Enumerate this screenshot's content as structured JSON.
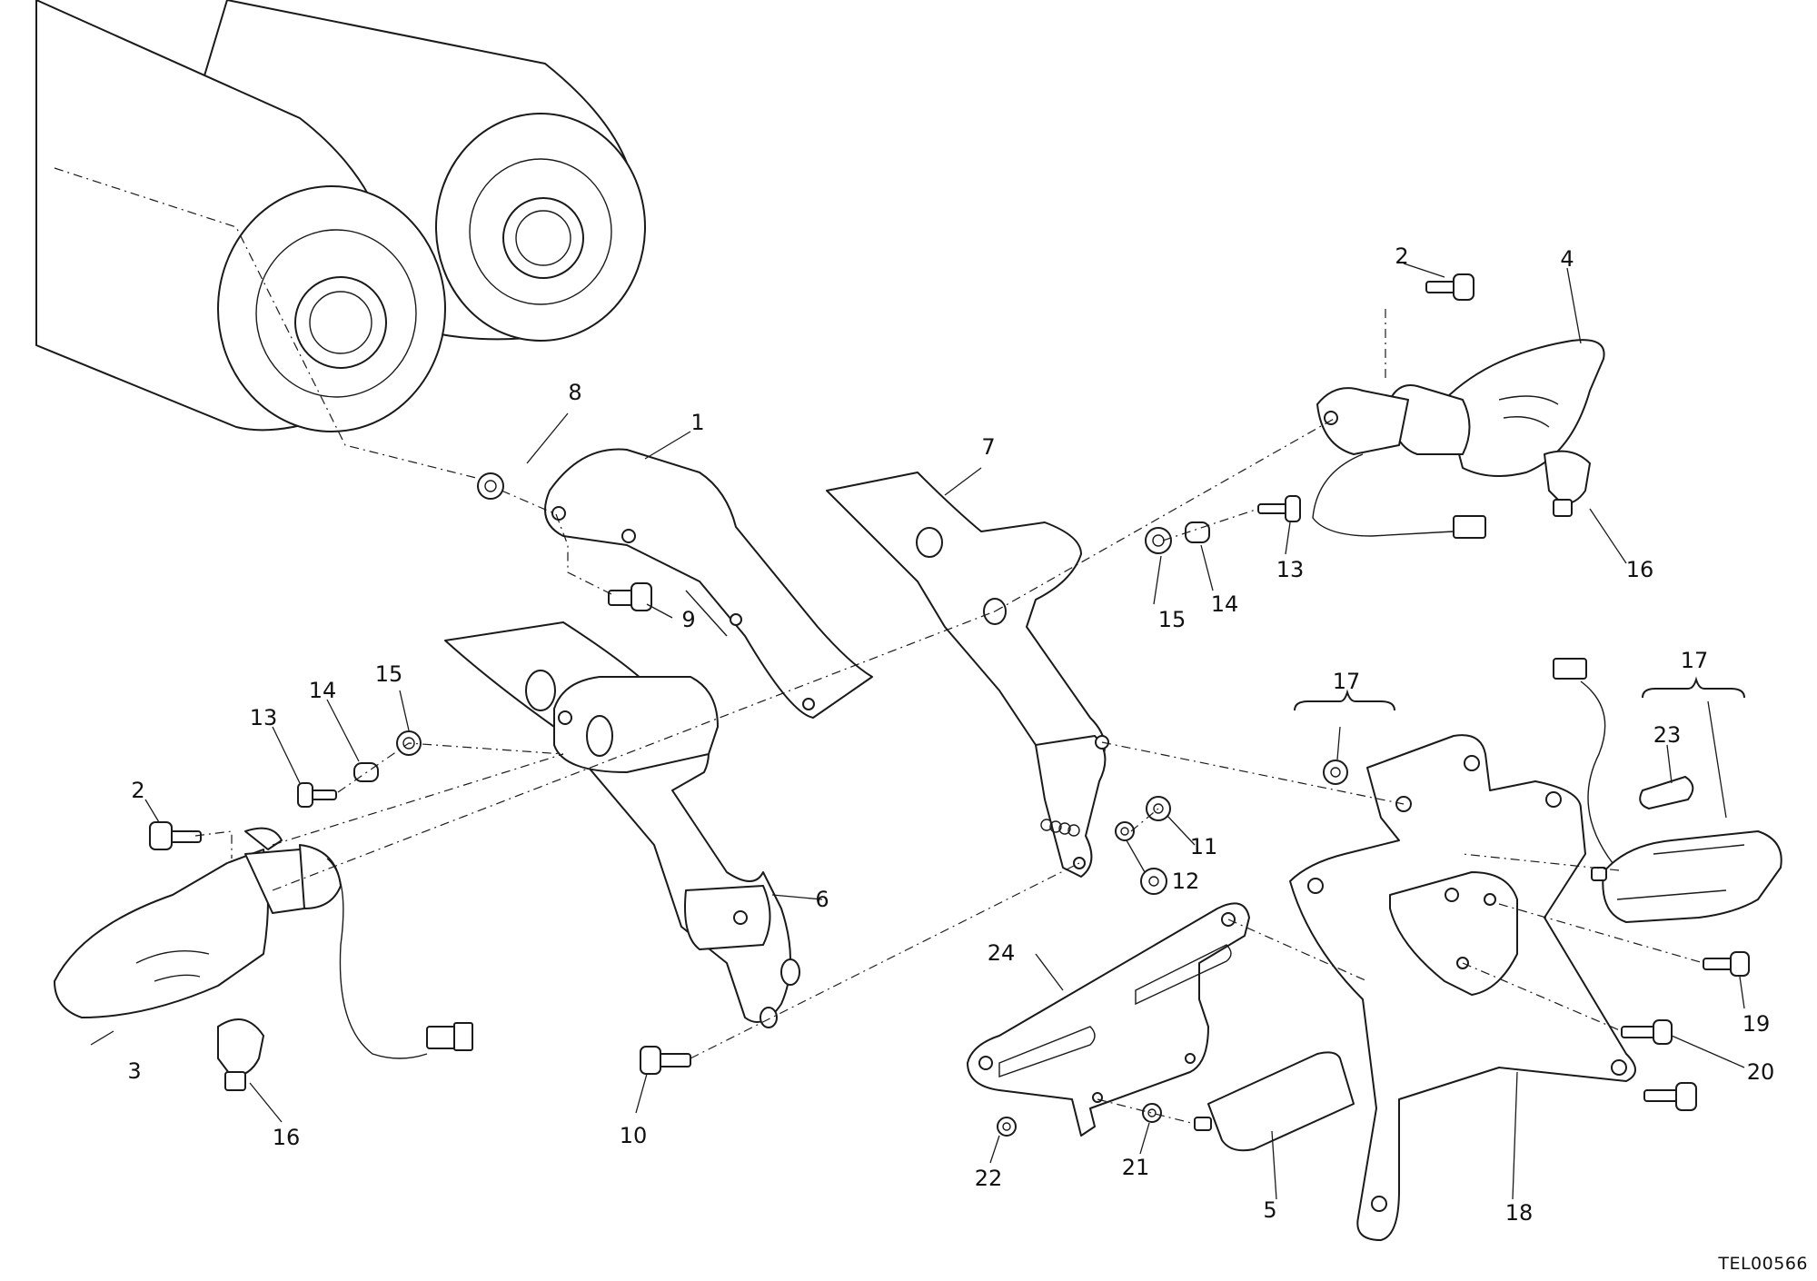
{
  "diagram": {
    "ref_code": "TEL00566",
    "labels": {
      "p1": "1",
      "p2a": "2",
      "p2b": "2",
      "p3": "3",
      "p4": "4",
      "p5": "5",
      "p6": "6",
      "p7": "7",
      "p8": "8",
      "p9": "9",
      "p10": "10",
      "p11": "11",
      "p12": "12",
      "p13a": "13",
      "p13b": "13",
      "p14a": "14",
      "p14b": "14",
      "p15a": "15",
      "p15b": "15",
      "p16a": "16",
      "p16b": "16",
      "p17a": "17",
      "p17b": "17",
      "p18": "18",
      "p19": "19",
      "p20": "20",
      "p21": "21",
      "p22": "22",
      "p23": "23",
      "p24": "24"
    }
  }
}
